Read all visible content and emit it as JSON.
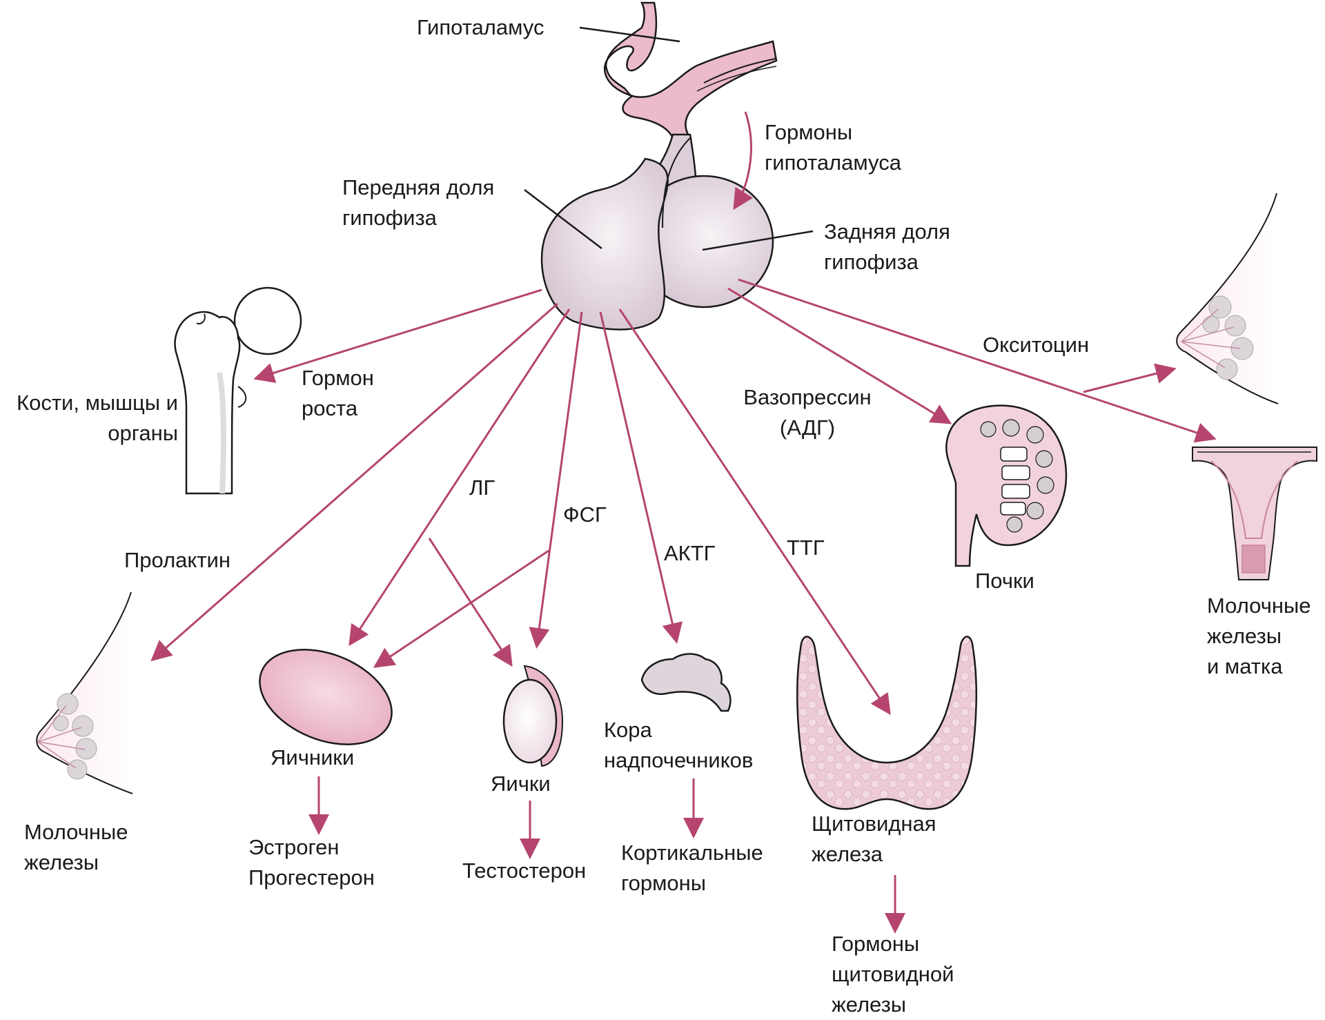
{
  "labels": {
    "hypothalamus": "Гипоталамус",
    "hypothalamus_hormones": "Гормоны\nгипоталамуса",
    "anterior_lobe": "Передняя доля\nгипофиза",
    "posterior_lobe": "Задняя доля\nгипофиза",
    "growth_hormone": "Гормон\nроста",
    "bones": "Кости, мышцы и\nорганы",
    "oxytocin": "Окситоцин",
    "vasopressin": "Вазопрессин\n(АДГ)",
    "kidneys": "Почки",
    "breasts_uterus": "Молочные\nжелезы\nи матка",
    "prolactin": "Пролактин",
    "lh": "ЛГ",
    "fsh": "ФСГ",
    "acth": "АКТГ",
    "tsh": "ТТГ",
    "breasts": "Молочные\nжелезы",
    "ovaries": "Яичники",
    "estrogen": "Эстроген\nПрогестерон",
    "testes": "Яички",
    "testosterone": "Тестостерон",
    "adrenal_cortex": "Кора\nнадпочечников",
    "cortical_hormones": "Кортикальные\nгормоны",
    "thyroid": "Щитовидная\nжелеза",
    "thyroid_hormones": "Гормоны\nщитовидной\nжелезы"
  },
  "colors": {
    "arrow": "#b5456f",
    "pituitary": "#d9ccd6",
    "pink_tissue": "#eab8c8",
    "outline": "#1a1a1a"
  }
}
